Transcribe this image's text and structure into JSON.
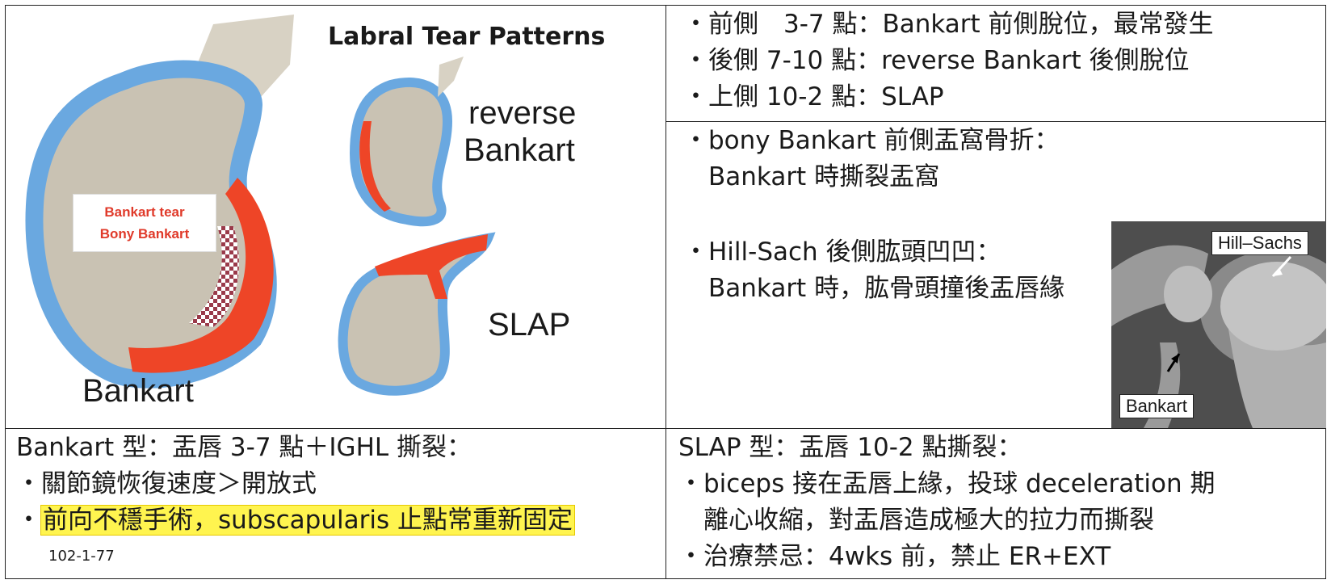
{
  "illustration": {
    "title": "Labral Tear Patterns",
    "label_bankart": "Bankart",
    "label_reverse_1": "reverse",
    "label_reverse_2": "Bankart",
    "label_slap": "SLAP",
    "box_line1": "Bankart tear",
    "box_line2": "Bony Bankart"
  },
  "top_right": {
    "lines": [
      "・前側　3-7 點：Bankart 前側脫位，最常發生",
      "・後側 7-10 點：reverse Bankart 後側脫位",
      "・上側 10-2 點：SLAP"
    ]
  },
  "mid_right": {
    "lines": [
      "・bony Bankart 前側盂窩骨折：",
      "　Bankart 時撕裂盂窩",
      "・Hill-Sach 後側肱頭凹凹：",
      "　Bankart 時，肱骨頭撞後盂唇緣"
    ]
  },
  "xray": {
    "label_hill_sachs": "Hill–Sachs",
    "label_bankart": "Bankart"
  },
  "bottom_left": {
    "heading": "Bankart 型：盂唇 3-7 點＋IGHL 撕裂：",
    "line1": "・關節鏡恢復速度＞開放式",
    "line2_bullet": "・",
    "line2_highlight": "前向不穩手術，subscapularis 止點常重新固定",
    "code": "102-1-77"
  },
  "bottom_right": {
    "heading": "SLAP 型：盂唇 10-2 點撕裂：",
    "line1": "・biceps 接在盂唇上緣，投球 deceleration 期",
    "line2": "　離心收縮，對盂唇造成極大的拉力而撕裂",
    "line3": "・治療禁忌：4wks 前，禁止 ER+EXT"
  }
}
